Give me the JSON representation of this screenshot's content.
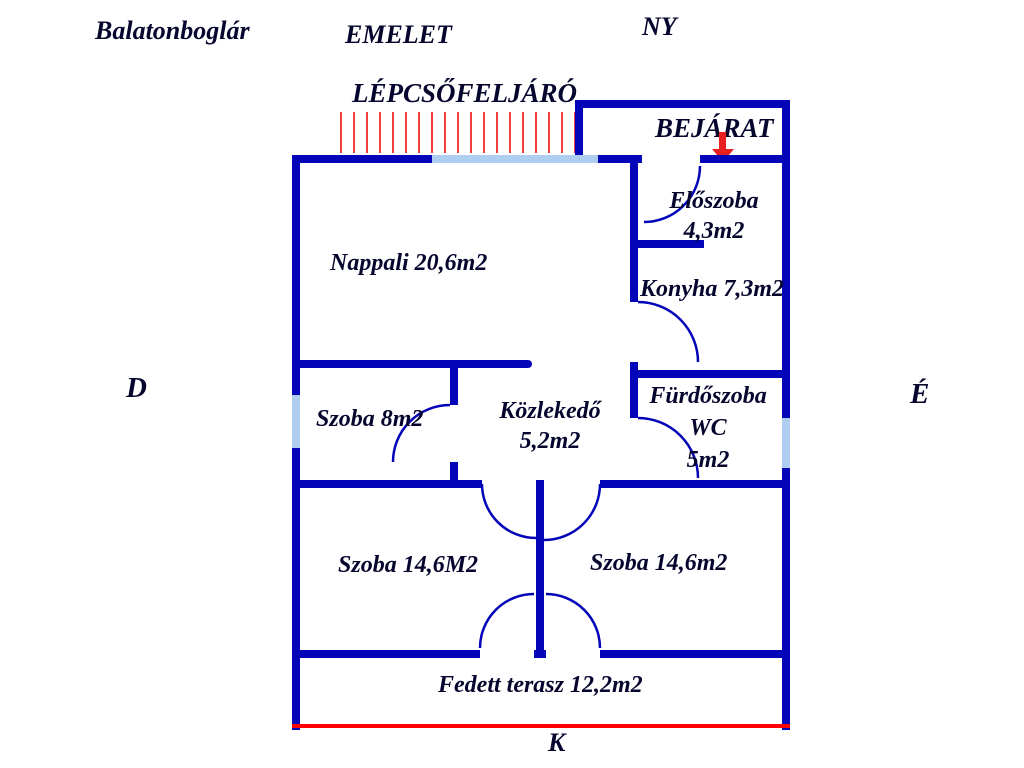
{
  "title": {
    "city": "Balatonboglár",
    "floor": "EMELET"
  },
  "compass": {
    "top": "NY",
    "left": "D",
    "right": "É",
    "bottom": "K"
  },
  "annotations": {
    "staircase": "LÉPCSŐFELJÁRÓ",
    "entrance": "BEJÁRAT"
  },
  "rooms": {
    "nappali": "Nappali 20,6m2",
    "eloszoba": {
      "name": "Előszoba",
      "area": "4,3m2"
    },
    "konyha": "Konyha 7,3m2",
    "szoba_kozepes": "Szoba 8m2",
    "kozlekedo": {
      "name": "Közlekedő",
      "area": "5,2m2"
    },
    "furdoszoba": {
      "line1": "Fürdőszoba",
      "line2": "WC",
      "line3": "5m2"
    },
    "szoba_bal": "Szoba 14,6M2",
    "szoba_jobb": "Szoba 14,6m2",
    "terasz": "Fedett terasz 12,2m2"
  },
  "colors": {
    "wall": "#0404b8",
    "window": "#aecdf0",
    "stairs_hatch": "#f04040",
    "terrace_edge": "#ff0000",
    "entrance_arrow": "#e82020",
    "text": "#05052e"
  }
}
